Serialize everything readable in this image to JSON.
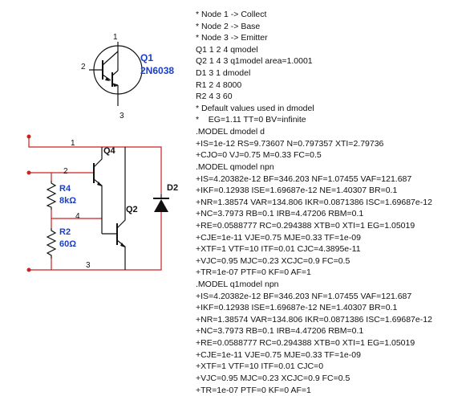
{
  "colors": {
    "wire": "#cc2222",
    "component": "#111111",
    "label": "#1a3ecc",
    "text": "#111111",
    "background": "#ffffff"
  },
  "top_symbol": {
    "designator": "Q1",
    "part": "2N6038",
    "pin_collector": "1",
    "pin_base": "2",
    "pin_emitter": "3"
  },
  "schematic": {
    "node_1": "1",
    "node_2": "2",
    "node_3": "3",
    "node_4": "4",
    "q4_label": "Q4",
    "q2_label": "Q2",
    "d2_label": "D2",
    "r4_name": "R4",
    "r4_value": "8kΩ",
    "r2_name": "R2",
    "r2_value": "60Ω"
  },
  "netlist": [
    "* Node 1 -> Collect",
    "* Node 2 -> Base",
    "* Node 3 -> Emitter",
    "Q1 1 2 4 qmodel",
    "Q2 1 4 3 q1model area=1.0001",
    "D1 3 1 dmodel",
    "R1 2 4 8000",
    "R2 4 3 60",
    "* Default values used in dmodel",
    "*    EG=1.11 TT=0 BV=infinite",
    ".MODEL dmodel d",
    "+IS=1e-12 RS=9.73607 N=0.797357 XTI=2.79736",
    "+CJO=0 VJ=0.75 M=0.33 FC=0.5",
    ".MODEL qmodel npn",
    "+IS=4.20382e-12 BF=346.203 NF=1.07455 VAF=121.687",
    "+IKF=0.12938 ISE=1.69687e-12 NE=1.40307 BR=0.1",
    "+NR=1.38574 VAR=134.806 IKR=0.0871386 ISC=1.69687e-12",
    "+NC=3.7973 RB=0.1 IRB=4.47206 RBM=0.1",
    "+RE=0.0588777 RC=0.294388 XTB=0 XTI=1 EG=1.05019",
    "+CJE=1e-11 VJE=0.75 MJE=0.33 TF=1e-09",
    "+XTF=1 VTF=10 ITF=0.01 CJC=4.3895e-11",
    "+VJC=0.95 MJC=0.23 XCJC=0.9 FC=0.5",
    "+TR=1e-07 PTF=0 KF=0 AF=1",
    ".MODEL q1model npn",
    "+IS=4.20382e-12 BF=346.203 NF=1.07455 VAF=121.687",
    "+IKF=0.12938 ISE=1.69687e-12 NE=1.40307 BR=0.1",
    "+NR=1.38574 VAR=134.806 IKR=0.0871386 ISC=1.69687e-12",
    "+NC=3.7973 RB=0.1 IRB=4.47206 RBM=0.1",
    "+RE=0.0588777 RC=0.294388 XTB=0 XTI=1 EG=1.05019",
    "+CJE=1e-11 VJE=0.75 MJE=0.33 TF=1e-09",
    "+XTF=1 VTF=10 ITF=0.01 CJC=0",
    "+VJC=0.95 MJC=0.23 XCJC=0.9 FC=0.5",
    "+TR=1e-07 PTF=0 KF=0 AF=1"
  ]
}
